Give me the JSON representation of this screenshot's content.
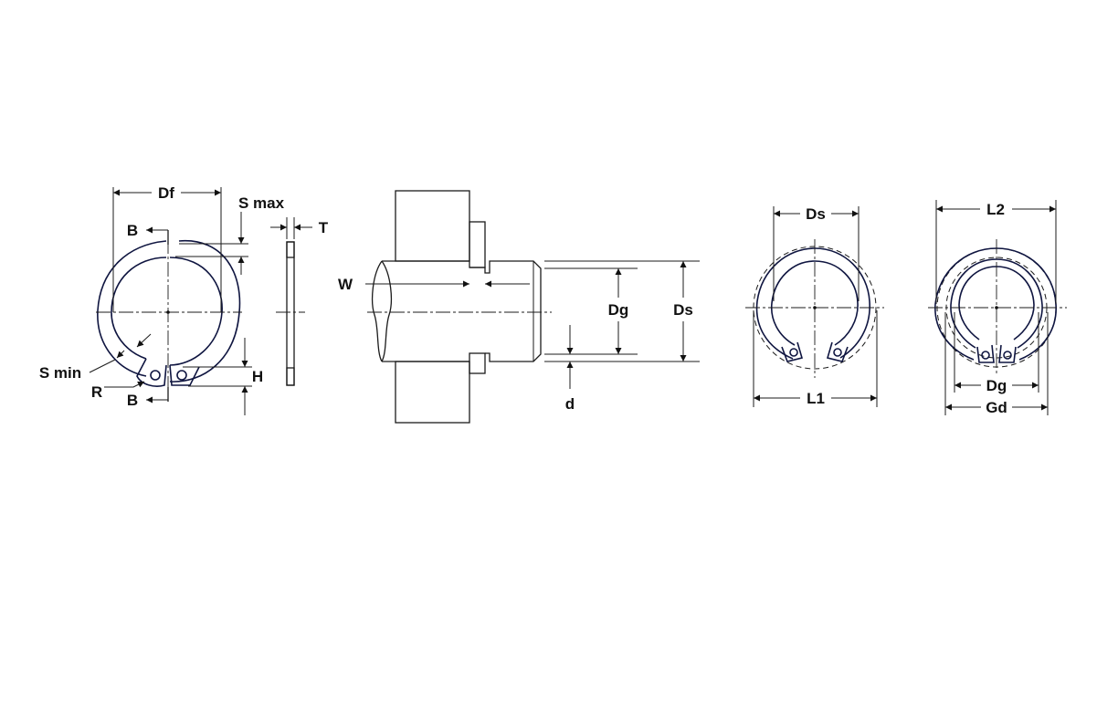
{
  "labels": {
    "df": "Df",
    "s_max": "S max",
    "t": "T",
    "b_top": "B",
    "b_bottom": "B",
    "s_min": "S min",
    "r": "R",
    "h": "H",
    "w": "W",
    "dg_section": "Dg",
    "ds_section": "Ds",
    "d": "d",
    "ds_view": "Ds",
    "l1": "L1",
    "l2": "L2",
    "dg_view": "Dg",
    "gd": "Gd"
  },
  "colors": {
    "ink": "#111111",
    "ring": "#0f1540",
    "background": "#ffffff"
  }
}
